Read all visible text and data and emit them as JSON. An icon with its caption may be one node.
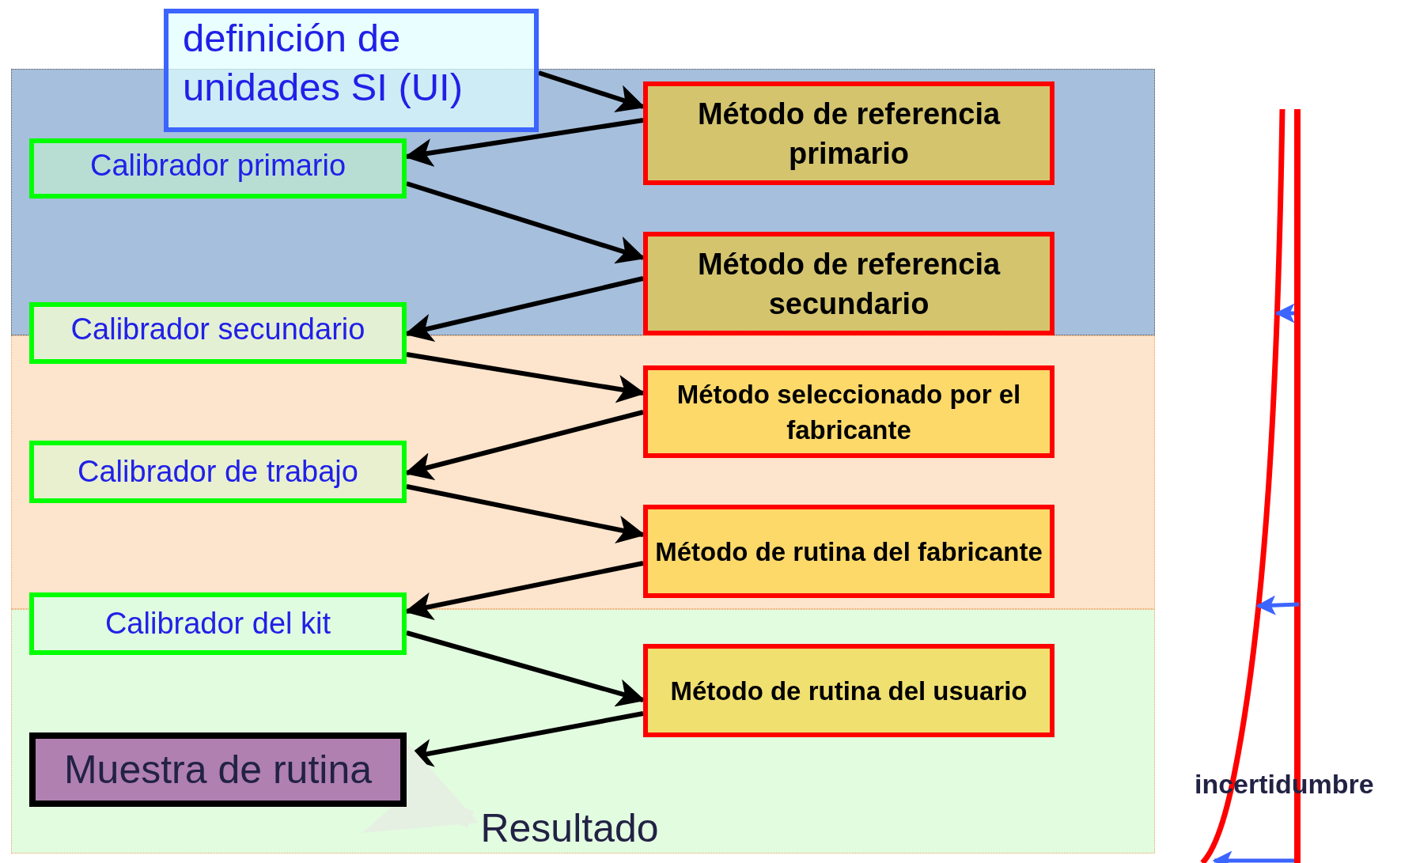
{
  "diagram": {
    "nodes": [
      {
        "text": [
          "definición de unidades SI (UI)"
        ]
      },
      {
        "text": [
          "Calibrador primario"
        ]
      },
      {
        "text": [
          "Método de referencia primario"
        ]
      },
      {
        "text": [
          "Calibrador secundario"
        ]
      },
      {
        "text": [
          "Método de referencia secundario"
        ]
      },
      {
        "text": [
          "Método seleccionado por el fabricante"
        ]
      },
      {
        "text": [
          "Calibrador de trabajo"
        ]
      },
      {
        "text": [
          "Método de rutina del fabricante"
        ]
      },
      {
        "text": [
          "Calibrador del kit"
        ]
      },
      {
        "text": [
          "Método de rutina del usuario"
        ]
      },
      {
        "text": [
          "Muestra de rutina"
        ]
      },
      {
        "text": [
          "Resultado"
        ]
      }
    ],
    "edges": [
      {
        "from": 0,
        "to": 2,
        "arrow": "to"
      },
      {
        "from": 2,
        "to": 1,
        "arrow": "to"
      },
      {
        "from": 1,
        "to": 4,
        "arrow": "to"
      },
      {
        "from": 4,
        "to": 3,
        "arrow": "to"
      },
      {
        "from": 3,
        "to": 5,
        "arrow": "to"
      },
      {
        "from": 5,
        "to": 6,
        "arrow": "to"
      },
      {
        "from": 6,
        "to": 7,
        "arrow": "to"
      },
      {
        "from": 7,
        "to": 8,
        "arrow": "to"
      },
      {
        "from": 8,
        "to": 9,
        "arrow": "to"
      },
      {
        "from": 9,
        "to": 10,
        "arrow": "to"
      },
      {
        "from": 10,
        "to": 11,
        "arrow": "to",
        "style": "thick",
        "color": "#e6f0e2"
      }
    ],
    "labels": [
      "incertidumbre"
    ]
  }
}
